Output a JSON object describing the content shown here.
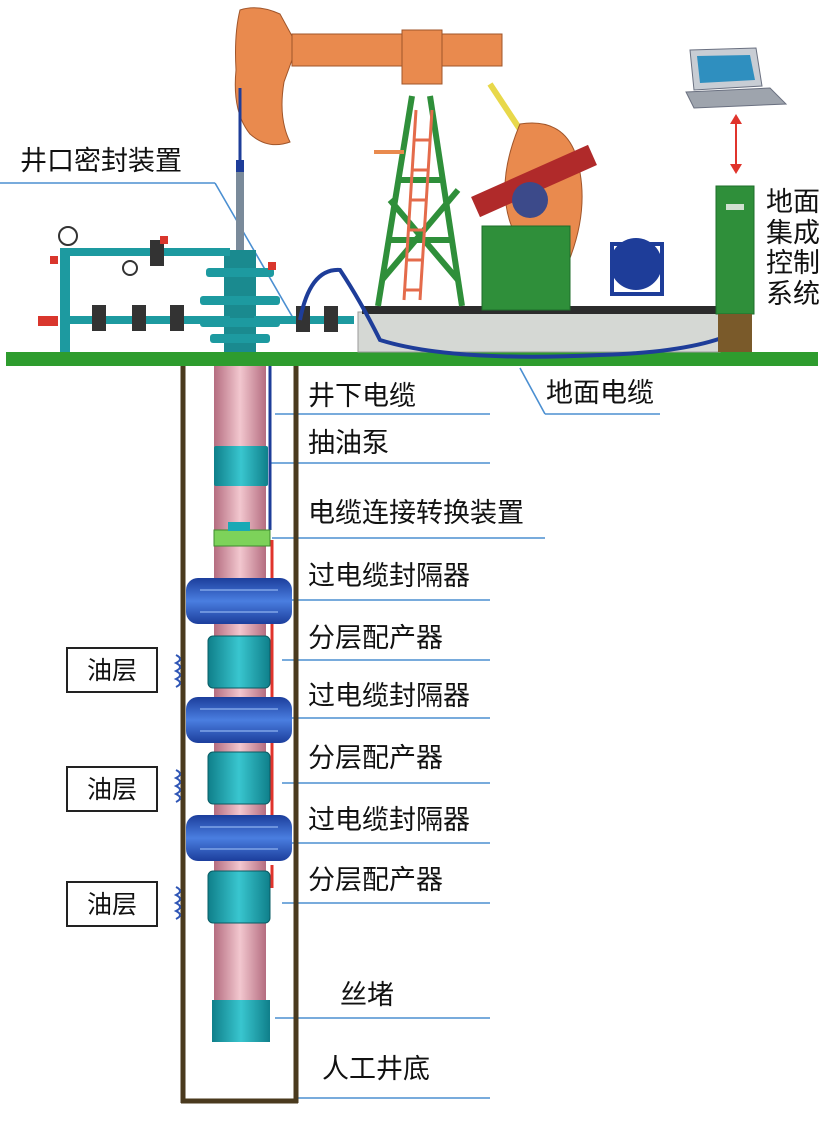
{
  "labels": {
    "wellhead_seal": "井口密封装置",
    "surface_system": "地面\n集成\n控制\n系统",
    "surface_cable": "地面电缆",
    "downhole_cable": "井下电缆",
    "pump": "抽油泵",
    "cable_connector": "电缆连接转换装置",
    "packer_1": "过电缆封隔器",
    "distributor_1": "分层配产器",
    "packer_2": "过电缆封隔器",
    "distributor_2": "分层配产器",
    "packer_3": "过电缆封隔器",
    "distributor_3": "分层配产器",
    "plug": "丝堵",
    "artificial_bottom": "人工井底"
  },
  "oil_layers": [
    "油层",
    "油层",
    "油层"
  ],
  "colors": {
    "ground": "#2e9c2e",
    "tubing": "#c98b9a",
    "cyan_tool": "#19a9b5",
    "packer_blue": "#2f56b6",
    "beam_orange": "#e98a4e",
    "derrick_green": "#2f8f3a",
    "cable_blue": "#1e3d99",
    "leader_line": "#4b8fd1",
    "casing": "#4a3a1e"
  }
}
